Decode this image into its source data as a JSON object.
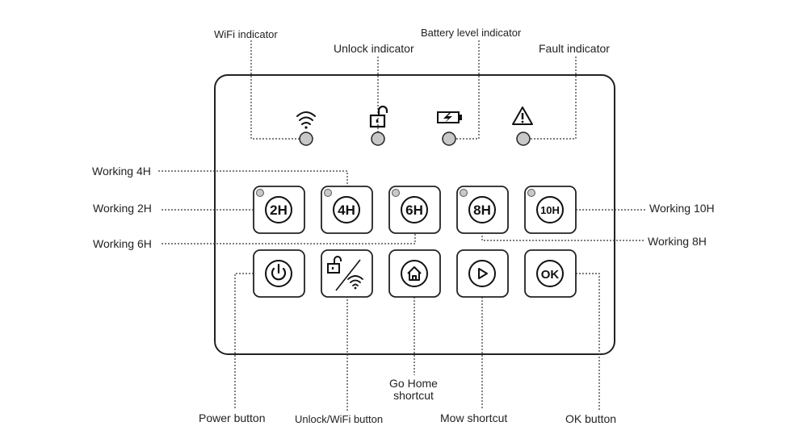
{
  "indicators": {
    "wifi": "WiFi indicator",
    "unlock": "Unlock indicator",
    "battery": "Battery level indicator",
    "fault": "Fault indicator"
  },
  "timer_buttons": {
    "h2": {
      "text": "2H",
      "label": "Working 2H"
    },
    "h4": {
      "text": "4H",
      "label": "Working 4H"
    },
    "h6": {
      "text": "6H",
      "label": "Working 6H"
    },
    "h8": {
      "text": "8H",
      "label": "Working 8H"
    },
    "h10": {
      "text": "10H",
      "label": "Working 10H"
    }
  },
  "control_buttons": {
    "power": "Power button",
    "unlock_wifi": "Unlock/WiFi button",
    "go_home_line1": "Go Home",
    "go_home_line2": "shortcut",
    "mow": "Mow shortcut",
    "ok_text": "OK",
    "ok": "OK button"
  },
  "icons": [
    "wifi-icon",
    "unlock-icon",
    "battery-charging-icon",
    "warning-icon",
    "power-icon",
    "home-icon",
    "play-icon"
  ]
}
